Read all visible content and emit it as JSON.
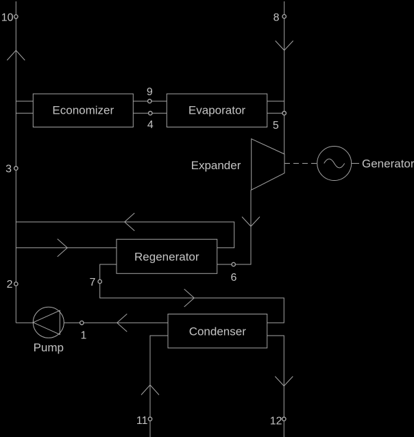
{
  "colors": {
    "background": "#000000",
    "line": "#a6a6a6",
    "text": "#c4c4c4"
  },
  "components": {
    "economizer": {
      "label": "Economizer"
    },
    "evaporator": {
      "label": "Evaporator"
    },
    "expander": {
      "label": "Expander"
    },
    "generator": {
      "label": "Generator"
    },
    "regenerator": {
      "label": "Regenerator"
    },
    "condenser": {
      "label": "Condenser"
    },
    "pump": {
      "label": "Pump"
    }
  },
  "state_points": {
    "p1": "1",
    "p2": "2",
    "p3": "3",
    "p4": "4",
    "p5": "5",
    "p6": "6",
    "p7": "7",
    "p8": "8",
    "p9": "9",
    "p10": "10",
    "p11": "11",
    "p12": "12"
  }
}
